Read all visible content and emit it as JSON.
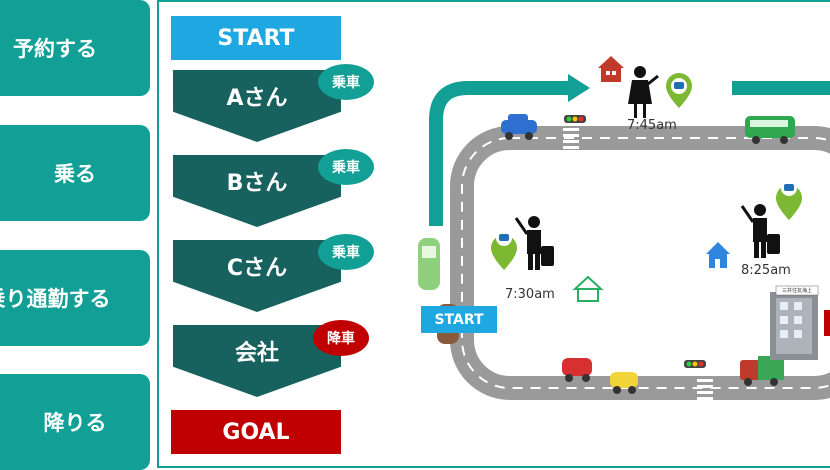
{
  "sidebar": [
    "予約する",
    "乗る",
    "乗り通勤する",
    "降りる"
  ],
  "flow": {
    "start": "START",
    "steps": [
      {
        "label": "Aさん",
        "badge": "乗車"
      },
      {
        "label": "Bさん",
        "badge": "乗車"
      },
      {
        "label": "Cさん",
        "badge": "乗車"
      },
      {
        "label": "会社",
        "badge": "降車"
      }
    ],
    "goal": "GOAL"
  },
  "map": {
    "times": [
      "7:45am",
      "7:30am",
      "8:25am"
    ],
    "start_label": "START",
    "office_sign": "三井住友海上"
  },
  "colors": {
    "teal": "#12a096",
    "dark_teal": "#17615e",
    "blue": "#1ea7e0",
    "red": "#c00000",
    "pin": "#7cb832"
  }
}
